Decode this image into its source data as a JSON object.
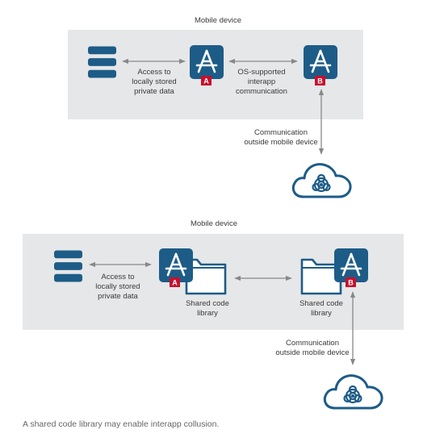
{
  "colors": {
    "panel": "#e6e7e8",
    "icon_blue": "#1d5c87",
    "badge_red": "#c8102e",
    "arrow": "#888888"
  },
  "diagram1": {
    "title": "Mobile device",
    "access_label": [
      "Access to",
      "locally stored",
      "private data"
    ],
    "comm_label": [
      "OS-supported",
      "interapp",
      "communication"
    ],
    "outside_label": [
      "Communication",
      "outside mobile device"
    ],
    "badge_a": "A",
    "badge_b": "B"
  },
  "diagram2": {
    "title": "Mobile device",
    "access_label": [
      "Access to",
      "locally stored",
      "private data"
    ],
    "shared_a_label": [
      "Shared code",
      "library"
    ],
    "shared_b_label": [
      "Shared code",
      "library"
    ],
    "outside_label": [
      "Communication",
      "outside mobile device"
    ],
    "badge_a": "A",
    "badge_b": "B"
  },
  "icons": [
    "database-icon",
    "app-store-icon",
    "folder-icon",
    "cloud-biohazard-icon"
  ],
  "caption": "A shared code library may enable interapp collusion."
}
